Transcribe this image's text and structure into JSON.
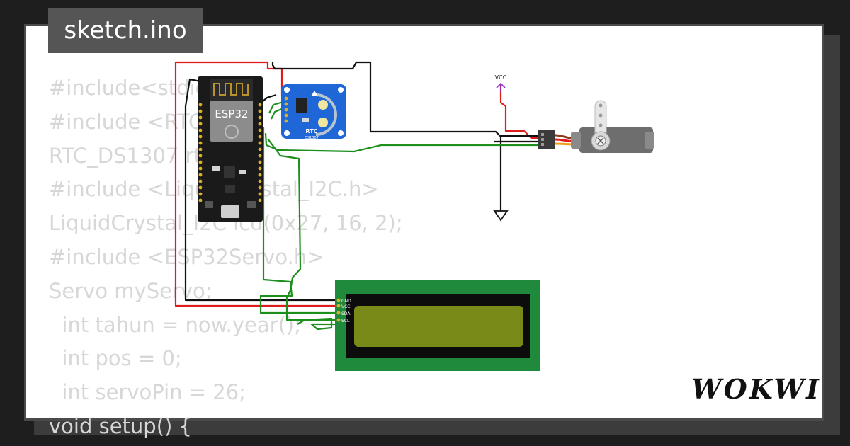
{
  "title": "sketch.ino",
  "brand": "WOKWI",
  "code_lines": [
    "#include<stdio.h>",
    "#include <RTClib.h>",
    "RTC_DS1307 rtc;",
    "#include <LiquidCrystal_I2C.h>",
    "LiquidCrystal_I2C lcd(0x27, 16, 2);",
    "#include <ESP32Servo.h>",
    "Servo myServo;",
    "  int tahun = now.year();",
    "  int pos = 0;",
    "  int servoPin = 26;",
    "void setup() {"
  ],
  "components": {
    "esp32_label": "ESP32",
    "rtc_label": "RTC",
    "rtc_model": "DS1307",
    "vcc_label": "VCC",
    "lcd_pins": [
      "GND",
      "VCC",
      "SDA",
      "SCL"
    ]
  },
  "colors": {
    "wire_red": "#e01b1b",
    "wire_black": "#111111",
    "wire_green": "#1c8f1c",
    "lcd_board": "#1f8a3c",
    "lcd_screen": "#7a8a18",
    "rtc_board": "#1f66d6",
    "esp_board": "#1a1a1a"
  }
}
